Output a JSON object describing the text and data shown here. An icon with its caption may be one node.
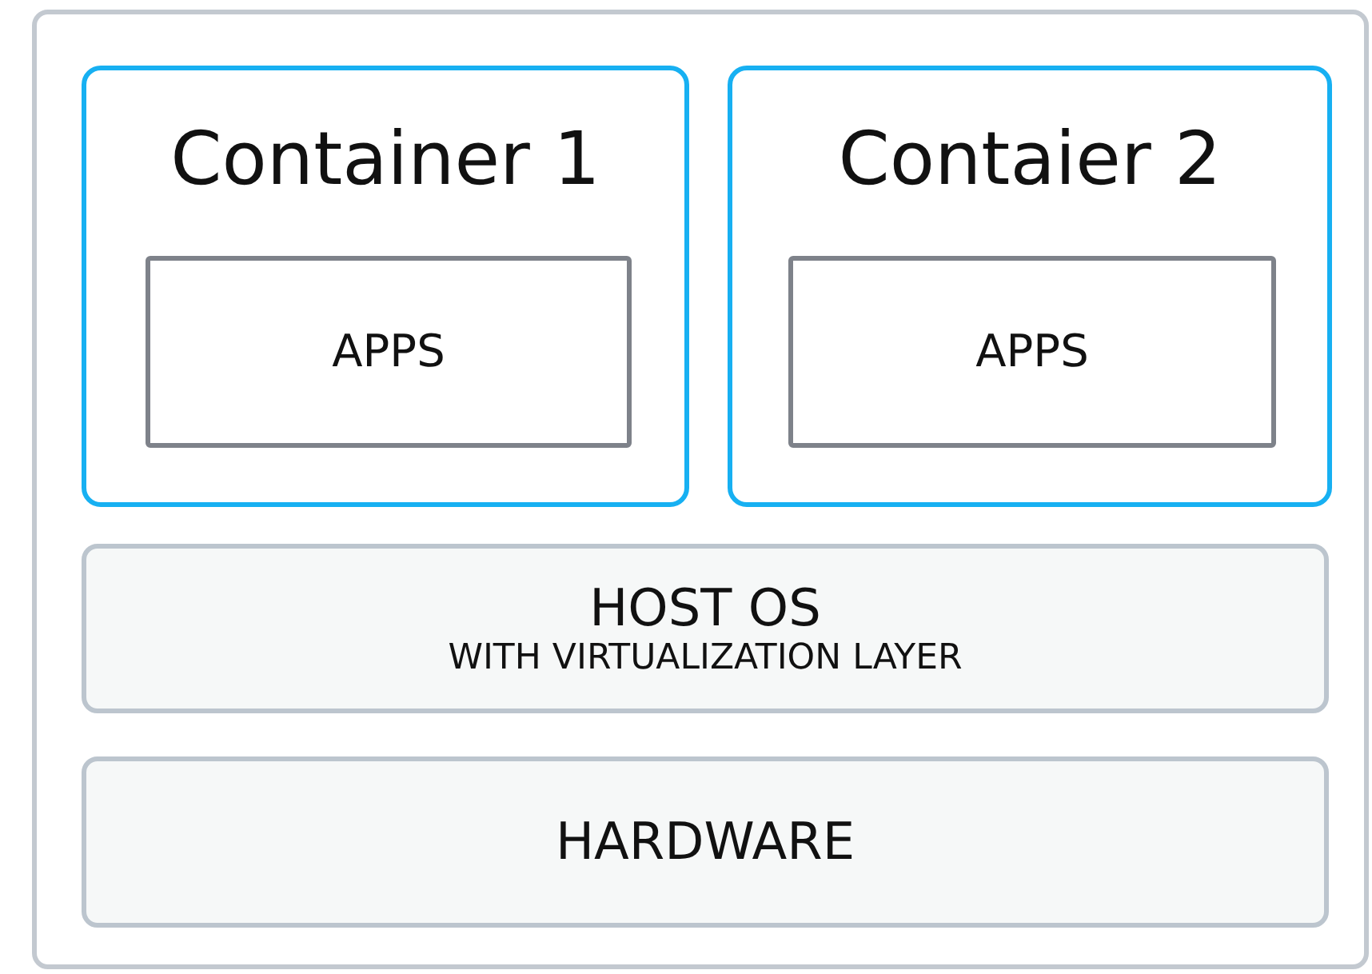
{
  "diagram": {
    "nodes": [
      {
        "text": [],
        "shape": "box"
      },
      {
        "text": [
          "Container 1"
        ],
        "in": 0
      },
      {
        "text": [
          "APPS"
        ],
        "in": 1
      },
      {
        "text": [
          "Contaier 2"
        ],
        "in": 0
      },
      {
        "text": [
          "APPS"
        ],
        "in": 3
      },
      {
        "text": [
          "HOST OS",
          "WITH VIRTUALIZATION LAYER"
        ],
        "in": 0
      },
      {
        "text": [
          "HARDWARE"
        ],
        "in": 0
      }
    ],
    "edges": []
  }
}
